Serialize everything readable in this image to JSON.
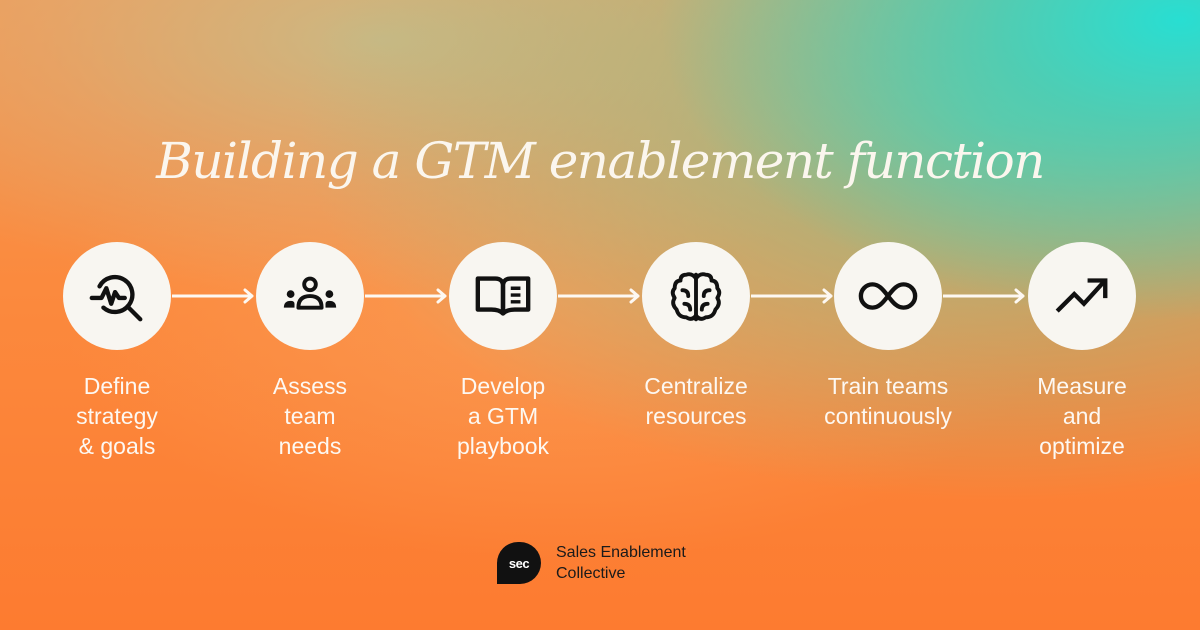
{
  "title": "Building a GTM enablement function",
  "steps": [
    {
      "icon": "search-pulse-icon",
      "lines": [
        "Define",
        "strategy",
        "& goals"
      ]
    },
    {
      "icon": "team-icon",
      "lines": [
        "Assess",
        "team",
        "needs"
      ]
    },
    {
      "icon": "open-book-icon",
      "lines": [
        "Develop",
        "a GTM",
        "playbook"
      ]
    },
    {
      "icon": "brain-icon",
      "lines": [
        "Centralize",
        "resources"
      ]
    },
    {
      "icon": "infinity-icon",
      "lines": [
        "Train teams",
        "continuously"
      ]
    },
    {
      "icon": "trending-up-icon",
      "lines": [
        "Measure",
        "and",
        "optimize"
      ]
    }
  ],
  "footer": {
    "logo_text": "sec",
    "brand_lines": [
      "Sales Enablement",
      "Collective"
    ]
  },
  "colors": {
    "circle_fill": "#f8f6f1",
    "icon_stroke": "#111111",
    "text": "#fdf8f2",
    "orange": "#fd7b30",
    "teal": "#28ded2"
  }
}
